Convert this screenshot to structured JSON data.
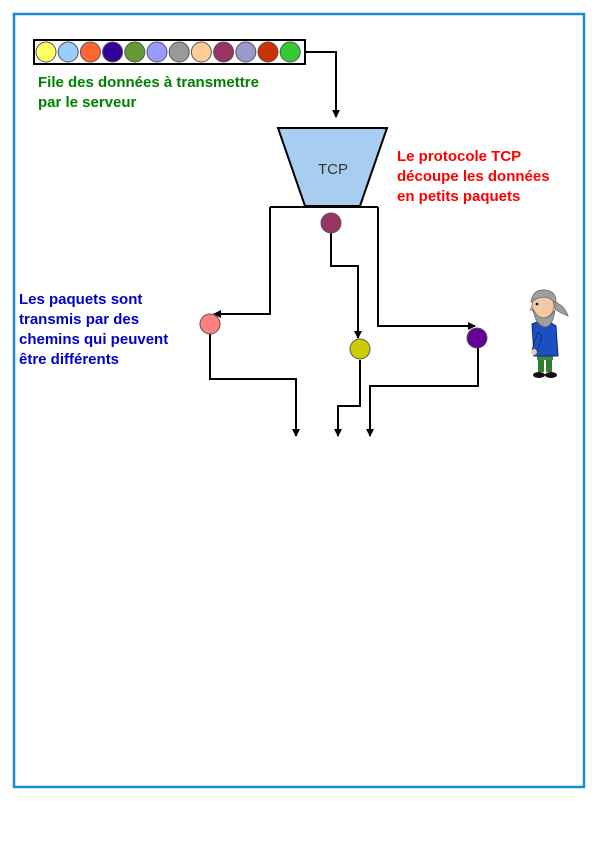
{
  "colors": {
    "frame": "#1a8ad4",
    "funnel_fill": "#a9cdf0",
    "arrow": "#000000",
    "queue_label": "#008000",
    "tcp_label": "#ff0000",
    "paths_label": "#0000cc"
  },
  "queue": {
    "label_lines": [
      "File des données à transmettre",
      "par le serveur"
    ],
    "packet_colors": [
      "#ffff66",
      "#99ccff",
      "#ff6633",
      "#330099",
      "#669933",
      "#9999ff",
      "#999999",
      "#ffcc99",
      "#993366",
      "#9999cc",
      "#cc3300",
      "#33cc33"
    ]
  },
  "tcp": {
    "box_label": "TCP",
    "label_lines": [
      "Le protocole TCP",
      "découpe les données",
      "en petits paquets"
    ]
  },
  "paths": {
    "label_lines": [
      "Les paquets sont",
      "transmis par des",
      "chemins qui peuvent",
      "être différents"
    ]
  },
  "packets_in_transit": [
    {
      "name": "packet-at-tcp-output",
      "color": "#993366"
    },
    {
      "name": "packet-left-path",
      "color": "#ff8080"
    },
    {
      "name": "packet-middle-path",
      "color": "#cccc00"
    },
    {
      "name": "packet-right-path",
      "color": "#660099"
    }
  ],
  "character": {
    "icon": "bearded-man-icon"
  }
}
